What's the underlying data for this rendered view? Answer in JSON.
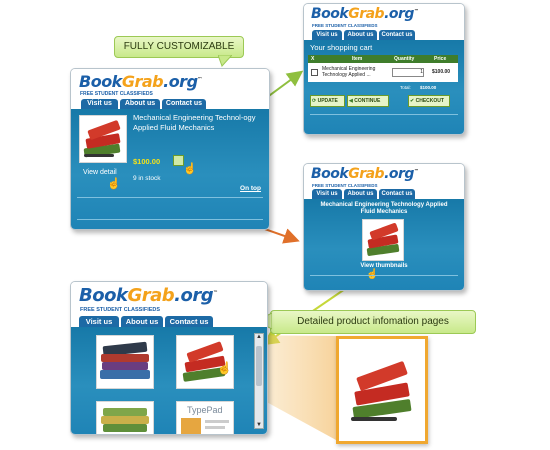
{
  "brand": {
    "logo_book": "Book",
    "logo_grab": "Grab",
    "logo_org": ".org",
    "logo_tm": "™",
    "tagline": "FREE STUDENT CLASSIFIEDS"
  },
  "tabs": [
    "Visit us",
    "About us",
    "Contact us"
  ],
  "callouts": {
    "customizable": "FULLY CUSTOMIZABLE",
    "detailed": "Detailed product infomation pages"
  },
  "widget_product": {
    "title": "Mechanical Engineering Technol-ogy  Applied Fluid Mechanics",
    "price": "$100.00",
    "view_detail": "View detail",
    "stock": "9 in stock",
    "on_top": "On top"
  },
  "widget_cart": {
    "header": "Your shopping cart",
    "columns": [
      "X",
      "Item",
      "Quantity",
      "Price"
    ],
    "row": {
      "item": "Mechanical Engineering Technology Applied ...",
      "quantity": "1",
      "price": "$100.00"
    },
    "total_label": "Total:",
    "total_value": "$100.00",
    "buttons": [
      "UPDATE",
      "CONTINUE",
      "CHECKOUT"
    ]
  },
  "widget_detail": {
    "title": "Mechanical Engineering Technology Applied Fluid Mechanics",
    "view_thumbnails": "View thumbnails"
  },
  "widget_grid": {
    "typepad_label": "TypePad"
  },
  "colors": {
    "accent_blue": "#1d6aa5",
    "body_blue": "#1f84b6",
    "price_yellow": "#f2e21a",
    "arrow_orange": "#e0702a"
  }
}
